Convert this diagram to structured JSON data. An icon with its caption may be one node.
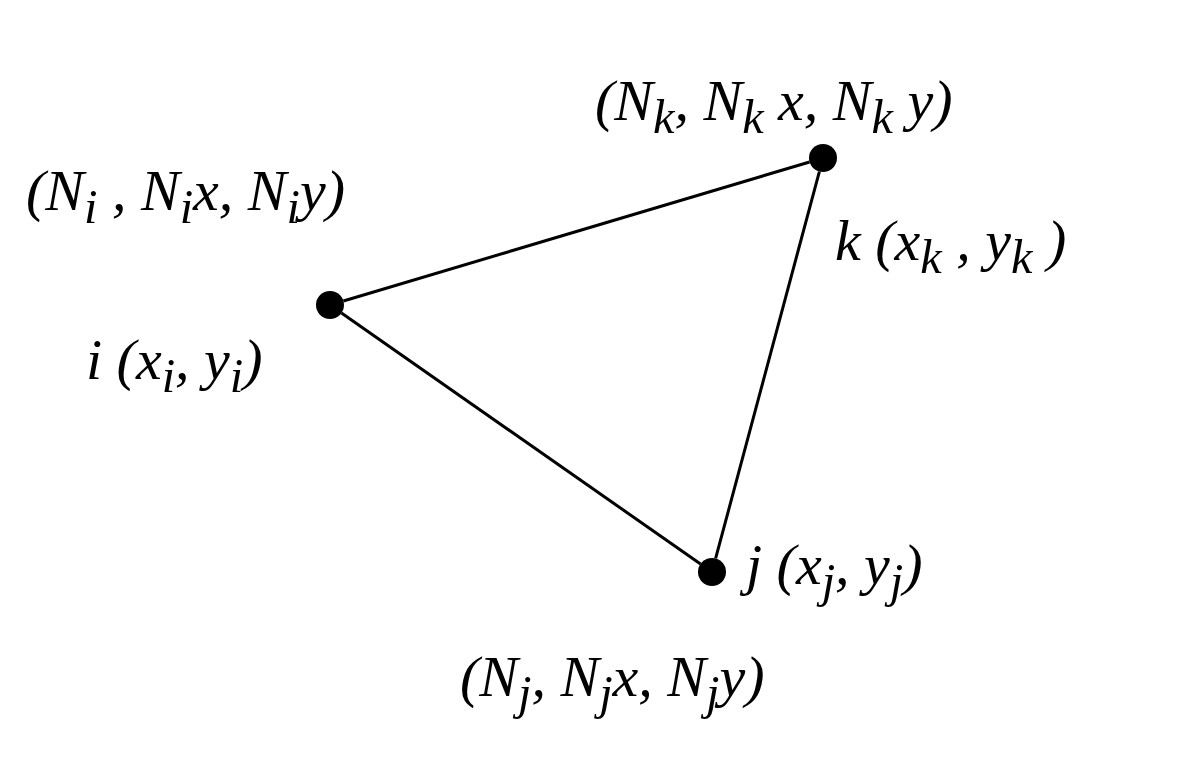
{
  "diagram": {
    "nodes": [
      {
        "text": [],
        "shape": "circle",
        "beside": [
          "(N$_{k}$, N$_{k}$ x, N$_{k}$ y)",
          "k (x$_{k}$ , y$_{k}$ )"
        ]
      },
      {
        "text": [],
        "shape": "circle",
        "beside": [
          "(N$_{i}$ , N$_{i}$x, N$_{i}$y)",
          "i (x$_{i}$, y$_{i}$)"
        ]
      },
      {
        "text": [],
        "shape": "circle",
        "beside": [
          "j (x$_{j}$, y$_{j}$)",
          "(N$_{j}$, N$_{j}$x, N$_{j}$y)"
        ]
      }
    ],
    "edges": [
      {
        "from": 1,
        "to": 0,
        "arrow": "none"
      },
      {
        "from": 0,
        "to": 2,
        "arrow": "none"
      },
      {
        "from": 2,
        "to": 1,
        "arrow": "none"
      }
    ]
  }
}
